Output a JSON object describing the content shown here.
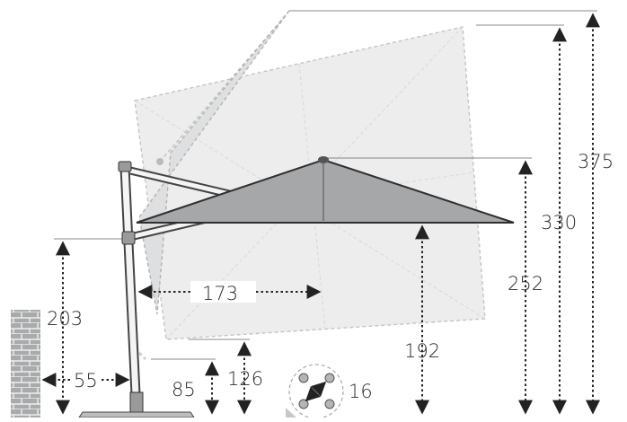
{
  "labels": {
    "h375": "375",
    "h330": "330",
    "h252": "252",
    "h192": "192",
    "h203": "203",
    "w173": "173",
    "w55": "55",
    "h85": "85",
    "h126": "126",
    "d16": "16"
  },
  "colors": {
    "canopy": "#a6a7a8",
    "ghost_canopy": "#ececec",
    "line": "#333333",
    "brick": "#a9aaab",
    "pole": "#f4f4f4"
  }
}
